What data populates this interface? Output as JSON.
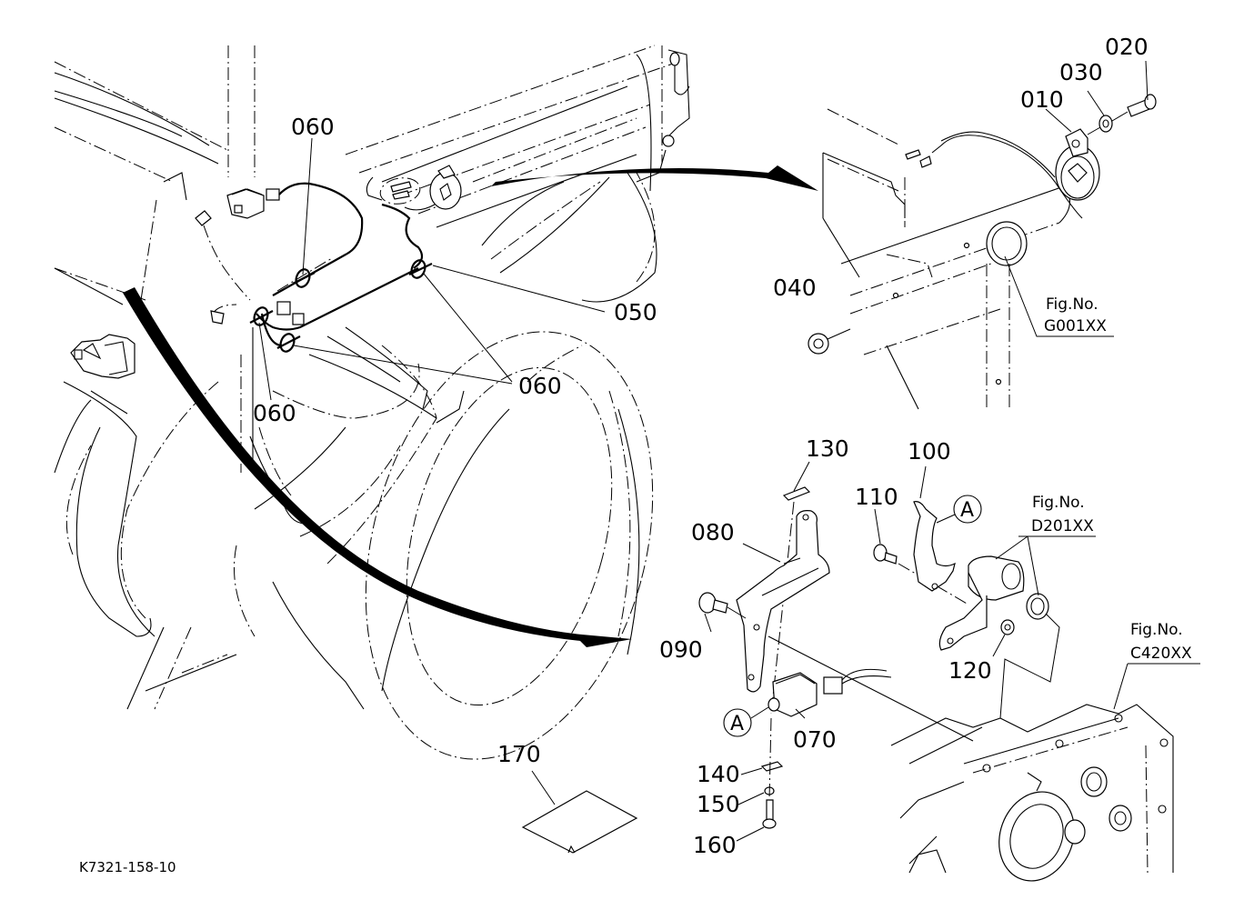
{
  "diagram": {
    "reference_code": "K7321-158-10",
    "callouts": {
      "c010": "010",
      "c020": "020",
      "c030": "030",
      "c040": "040",
      "c050": "050",
      "c060_top": "060",
      "c060_mid": "060",
      "c060_left": "060",
      "c070": "070",
      "c080": "080",
      "c090": "090",
      "c100": "100",
      "c110": "110",
      "c120": "120",
      "c130": "130",
      "c140": "140",
      "c150": "150",
      "c160": "160",
      "c170": "170"
    },
    "figure_refs": [
      {
        "label": "Fig.No.",
        "code": "G001XX"
      },
      {
        "label": "Fig.No.",
        "code": "D201XX"
      },
      {
        "label": "Fig.No.",
        "code": "C420XX"
      }
    ],
    "connection_markers": {
      "a1": "A",
      "a2": "A"
    }
  }
}
